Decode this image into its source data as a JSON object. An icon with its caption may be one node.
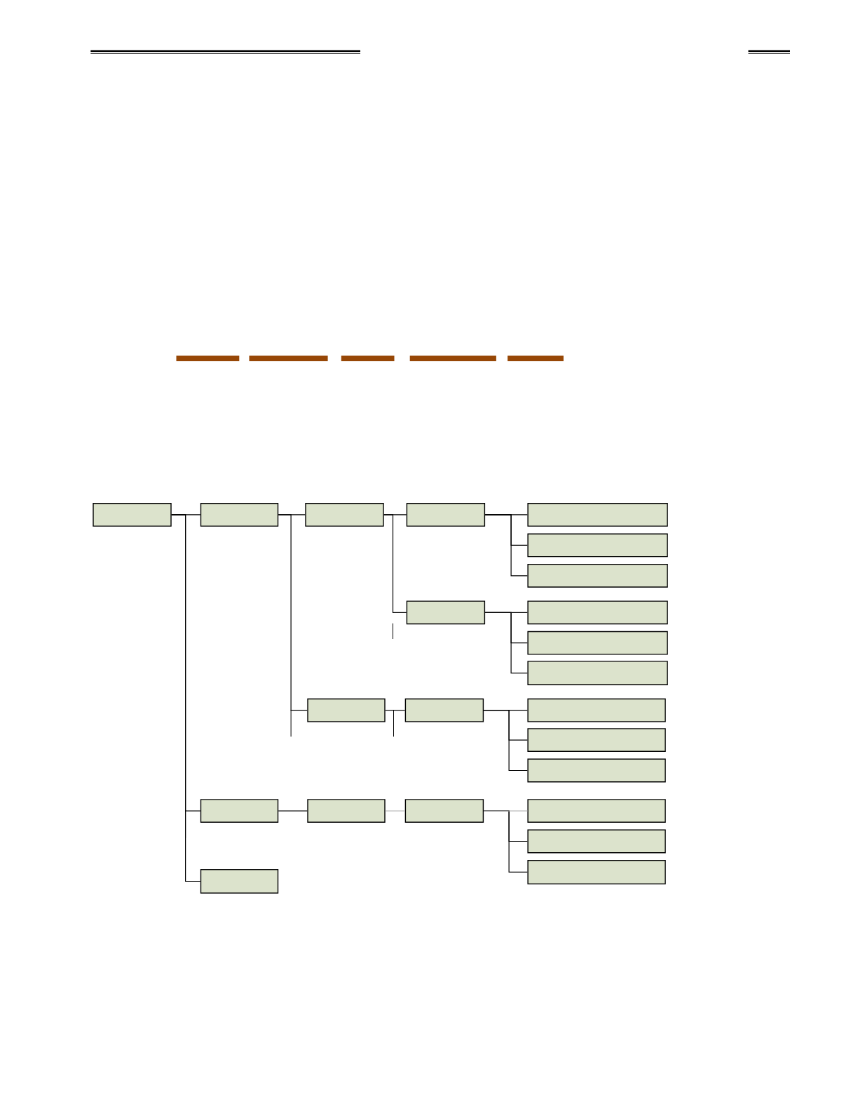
{
  "diagram": {
    "nodes": [
      {
        "text": [],
        "shape": "box"
      },
      {
        "text": [],
        "shape": "box"
      },
      {
        "text": [],
        "shape": "box"
      },
      {
        "text": [],
        "shape": "box"
      },
      {
        "text": [],
        "shape": "box"
      },
      {
        "text": [],
        "shape": "box"
      },
      {
        "text": [],
        "shape": "box"
      },
      {
        "text": [],
        "shape": "box"
      },
      {
        "text": [],
        "shape": "box"
      },
      {
        "text": [],
        "shape": "box"
      },
      {
        "text": [],
        "shape": "box"
      },
      {
        "text": [],
        "shape": "box"
      },
      {
        "text": [],
        "shape": "box"
      },
      {
        "text": [],
        "shape": "box"
      },
      {
        "text": [],
        "shape": "box"
      },
      {
        "text": [],
        "shape": "box"
      },
      {
        "text": [],
        "shape": "box"
      },
      {
        "text": [],
        "shape": "box"
      },
      {
        "text": [],
        "shape": "box"
      },
      {
        "text": [],
        "shape": "box"
      },
      {
        "text": [],
        "shape": "box"
      },
      {
        "text": [],
        "shape": "box"
      },
      {
        "text": [],
        "shape": "box"
      }
    ],
    "edges": [
      {
        "from": 0,
        "to": 1,
        "arrow": "none"
      },
      {
        "from": 1,
        "to": 2,
        "arrow": "none"
      },
      {
        "from": 2,
        "to": 3,
        "arrow": "none"
      },
      {
        "from": 3,
        "to": 4,
        "arrow": "none"
      },
      {
        "from": 3,
        "to": 5,
        "arrow": "none"
      },
      {
        "from": 3,
        "to": 6,
        "arrow": "none"
      },
      {
        "from": 2,
        "to": 7,
        "arrow": "none"
      },
      {
        "from": 7,
        "to": 8,
        "arrow": "none"
      },
      {
        "from": 7,
        "to": 9,
        "arrow": "none"
      },
      {
        "from": 7,
        "to": 10,
        "arrow": "none"
      },
      {
        "from": 1,
        "to": 11,
        "arrow": "none"
      },
      {
        "from": 11,
        "to": 12,
        "arrow": "none"
      },
      {
        "from": 12,
        "to": 13,
        "arrow": "none"
      },
      {
        "from": 12,
        "to": 14,
        "arrow": "none"
      },
      {
        "from": 12,
        "to": 15,
        "arrow": "none"
      },
      {
        "from": 0,
        "to": 16,
        "arrow": "none"
      },
      {
        "from": 16,
        "to": 17,
        "arrow": "none"
      },
      {
        "from": 17,
        "to": 18,
        "arrow": "none",
        "color": "#b4b4b4"
      },
      {
        "from": 18,
        "to": 19,
        "arrow": "none",
        "color": "#b4b4b4"
      },
      {
        "from": 18,
        "to": 20,
        "arrow": "none"
      },
      {
        "from": 18,
        "to": 21,
        "arrow": "none"
      },
      {
        "from": 0,
        "to": 22,
        "arrow": "none"
      }
    ]
  }
}
